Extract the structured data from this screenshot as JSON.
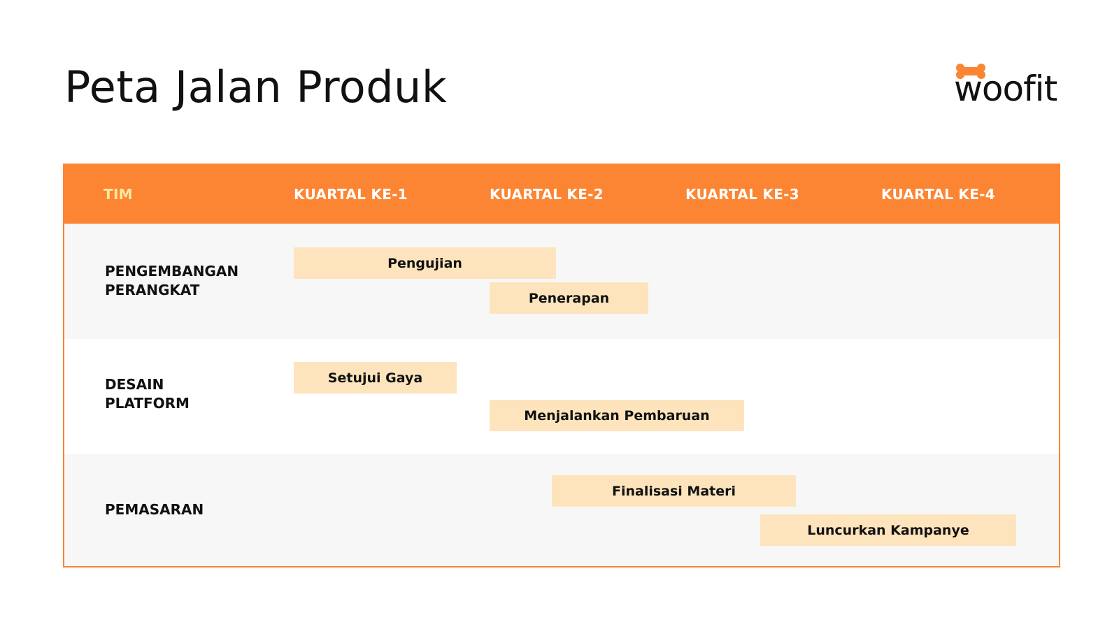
{
  "title": "Peta Jalan Produk",
  "logo": {
    "text": "woofit",
    "icon": "bone-icon",
    "icon_color": "#fb8533"
  },
  "colors": {
    "accent": "#fb8533",
    "bar": "#fde4bd",
    "team_header": "#ffe8a0",
    "shaded_row": "#f7f7f7"
  },
  "header": {
    "team": "TIM",
    "quarters": [
      "KUARTAL KE-1",
      "KUARTAL KE-2",
      "KUARTAL KE-3",
      "KUARTAL KE-4"
    ]
  },
  "rows": [
    {
      "label_lines": [
        "PENGEMBANGAN",
        "PERANGKAT"
      ],
      "tasks": [
        "Pengujian",
        "Penerapan"
      ]
    },
    {
      "label_lines": [
        "DESAIN",
        "PLATFORM"
      ],
      "tasks": [
        "Setujui Gaya",
        "Menjalankan Pembaruan"
      ]
    },
    {
      "label_lines": [
        "PEMASARAN"
      ],
      "tasks": [
        "Finalisasi Materi",
        "Luncurkan Kampanye"
      ]
    }
  ]
}
